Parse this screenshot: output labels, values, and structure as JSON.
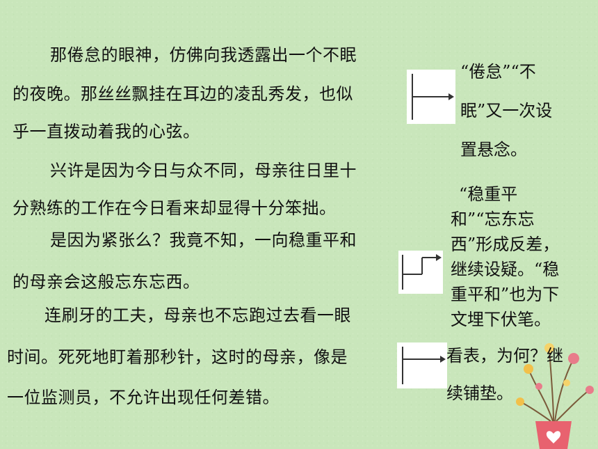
{
  "paragraphs": [
    {
      "lines": [
        "那倦怠的眼神，仿佛向我透露出一个不眠",
        "的夜晚。那丝丝飘挂在耳边的凌乱秀发，也似",
        "乎一直拨动着我的心弦。"
      ]
    },
    {
      "lines": [
        "兴许是因为今日与众不同，母亲往日里十",
        "分熟练的工作在今日看来却显得十分笨拙。"
      ]
    },
    {
      "lines": [
        "是因为紧张么？我竟不知，一向稳重平和",
        "的母亲会这般忘东忘西。"
      ]
    },
    {
      "lines": [
        "连刷牙的工夫，母亲也不忘跑过去看一眼",
        "时间。死死地盯着那秒针，这时的母亲，像是",
        "一位监测员，不允许出现任何差错。"
      ]
    }
  ],
  "notes": [
    {
      "lines": [
        "“倦怠”“不",
        "眠”又一次设",
        "置悬念。"
      ]
    },
    {
      "lines": [
        "“稳重平",
        "和”“忘东忘",
        "西”形成反差，",
        "继续设疑。“稳",
        "重平和”也为下",
        "文埋下伏笔。"
      ]
    },
    {
      "lines": [
        "看表，为何？继",
        "续铺垫。"
      ]
    }
  ],
  "icons": [
    "bracket-arrow-icon",
    "step-arrow-icon",
    "bracket-arrow-icon",
    "flower-pot-icon"
  ],
  "colors": {
    "background": "#c9e6bb",
    "text": "#111111",
    "pot": "#e8626f"
  }
}
